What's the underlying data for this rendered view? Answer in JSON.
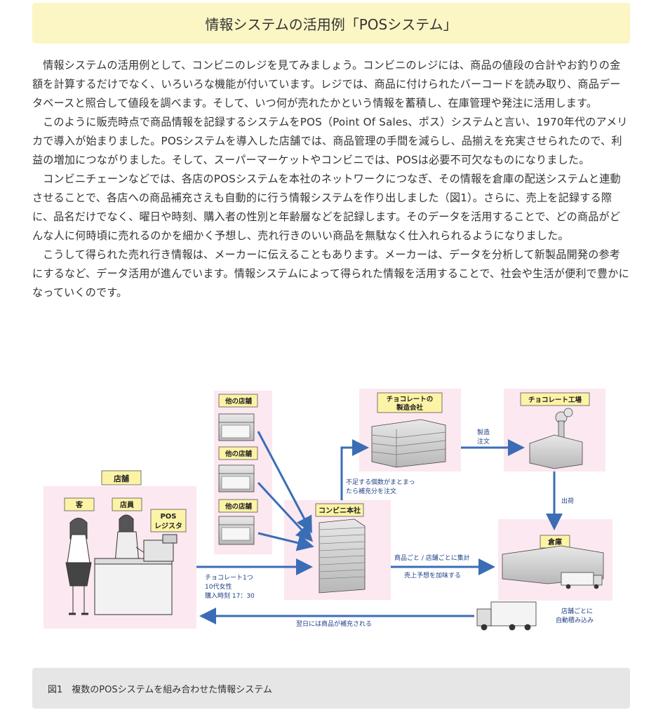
{
  "title": "情報システムの活用例「POSシステム」",
  "paragraphs": [
    "情報システムの活用例として、コンビニのレジを見てみましょう。コンビニのレジには、商品の値段の合計やお釣りの金額を計算するだけでなく、いろいろな機能が付いています。レジでは、商品に付けられたバーコードを読み取り、商品データベースと照合して値段を調べます。そして、いつ何が売れたかという情報を蓄積し、在庫管理や発注に活用します。",
    "このように販売時点で商品情報を記録するシステムをPOS（Point Of Sales、ポス）システムと言い、1970年代のアメリカで導入が始まりました。POSシステムを導入した店舗では、商品管理の手間を減らし、品揃えを充実させられたので、利益の増加につながりました。そして、スーパーマーケットやコンビニでは、POSは必要不可欠なものになりました。",
    "コンビニチェーンなどでは、各店のPOSシステムを本社のネットワークにつなぎ、その情報を倉庫の配送システムと連動させることで、各店への商品補充さえも自動的に行う情報システムを作り出しました（図1）。さらに、売上を記録する際に、品名だけでなく、曜日や時刻、購入者の性別と年齢層などを記録します。そのデータを活用することで、どの商品がどんな人に何時頃に売れるのかを細かく予想し、売れ行きのいい商品を無駄なく仕入れられるようになりました。",
    "こうして得られた売れ行き情報は、メーカーに伝えることもあります。メーカーは、データを分析して新製品開発の参考にするなど、データ活用が進んでいます。情報システムによって得られた情報を活用することで、社会や生活が便利で豊かになっていくのです。"
  ],
  "diagram": {
    "store_label": "店舗",
    "customer_label": "客",
    "clerk_label": "店員",
    "pos_label_1": "POS",
    "pos_label_2": "レジスタ",
    "other_store_label": "他の店舗",
    "hq_label": "コンビニ本社",
    "maker_label_1": "チョコレートの",
    "maker_label_2": "製造会社",
    "factory_label": "チョコレート工場",
    "warehouse_label": "倉庫",
    "sale_info_1": "チョコレート1つ",
    "sale_info_2": "10代女性",
    "sale_info_3": "購入時刻 17：30",
    "order_note_1": "不足する個数がまとまっ",
    "order_note_2": "たら補充分を注文",
    "manufacture_1": "製造",
    "manufacture_2": "注文",
    "ship_label": "出荷",
    "aggregate_label": "商品ごと / 店舗ごとに集計",
    "forecast_label": "売上予想を加味する",
    "auto_load_1": "店舗ごとに",
    "auto_load_2": "自動積み込み",
    "restock_label": "翌日には商品が補充される",
    "colors": {
      "panel": "#fbe8f0",
      "label_bg": "#fdf3a6",
      "arrow": "#3a6db5"
    }
  },
  "caption": "図1　複数のPOSシステムを組み合わせた情報システム"
}
